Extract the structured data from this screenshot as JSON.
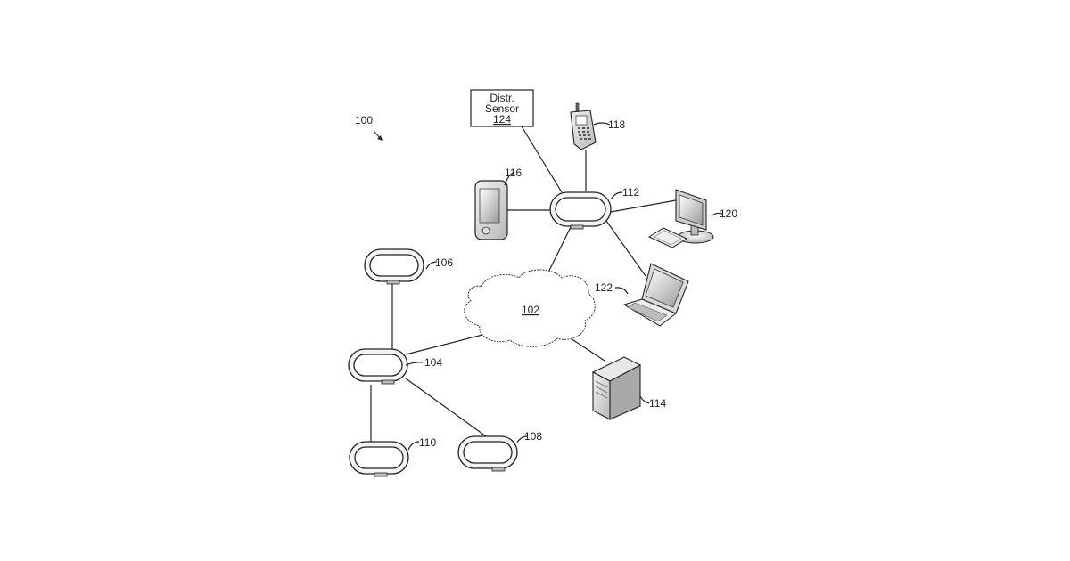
{
  "figure": {
    "ref": "100",
    "network": "102",
    "band_104": "104",
    "band_106": "106",
    "band_108": "108",
    "band_110": "110",
    "band_112": "112",
    "server": "114",
    "tablet": "116",
    "phone": "118",
    "desktop": "120",
    "laptop": "122",
    "sensor": {
      "line1": "Distr.",
      "line2": "Sensor",
      "line3": "124"
    }
  },
  "colors": {
    "stroke": "#222222",
    "shade_light": "#e6e6e6",
    "shade_mid": "#bdbdbd",
    "shade_dark": "#8a8a8a"
  }
}
